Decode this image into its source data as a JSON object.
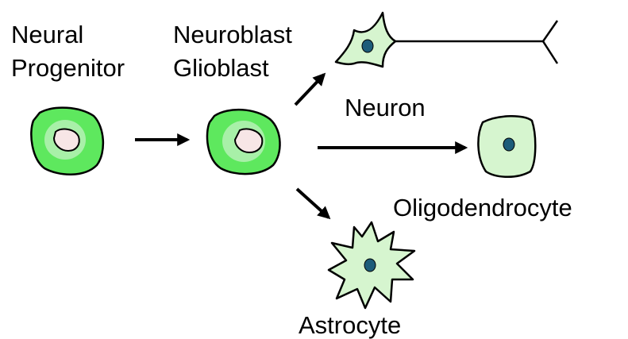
{
  "labels": {
    "neural_progenitor_line1": "Neural",
    "neural_progenitor_line2": "Progenitor",
    "neuroblast": "Neuroblast",
    "glioblast": "Glioblast",
    "neuron": "Neuron",
    "oligodendrocyte": "Oligodendrocyte",
    "astrocyte": "Astrocyte"
  },
  "colors": {
    "progenitor_fill": "#5ee85e",
    "inner_ring_fill": "#a8f0a8",
    "vacuole_fill": "#f7e6e6",
    "mature_cell_fill": "#d6f5cf",
    "nucleus_fill": "#1d5c7a",
    "outline": "#000000",
    "arrow": "#000000"
  },
  "icons": {
    "progenitor": "neural-progenitor-cell-icon",
    "blast": "neuroblast-glioblast-cell-icon",
    "neuron": "neuron-cell-icon",
    "oligodendrocyte": "oligodendrocyte-cell-icon",
    "astrocyte": "astrocyte-cell-icon"
  }
}
